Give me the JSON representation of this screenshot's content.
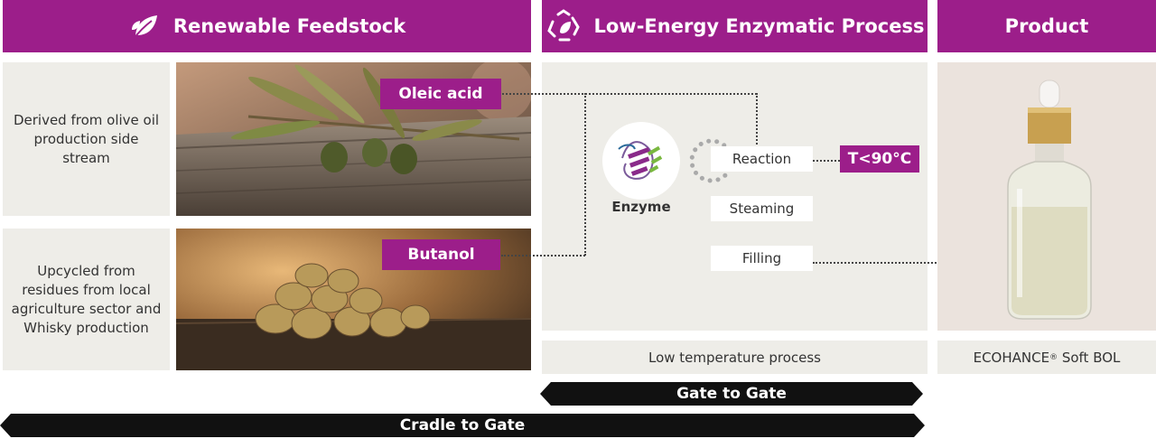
{
  "headers": {
    "feedstock": "Renewable Feedstock",
    "process": "Low-Energy Enzymatic Process",
    "product": "Product"
  },
  "feedstock": {
    "row1_desc": "Derived from olive oil production side stream",
    "row1_tag": "Oleic acid",
    "row2_desc": "Upcycled from residues from local agriculture sector and Whisky production",
    "row2_tag": "Butanol"
  },
  "process": {
    "enzyme_label": "Enzyme",
    "steps": [
      "Reaction",
      "Steaming",
      "Filling"
    ],
    "temperature": "T<90°C",
    "footer": "Low temperature process"
  },
  "product": {
    "name": "ECOHANCE",
    "sup": "®",
    "suffix": " Soft BOL"
  },
  "scopes": {
    "gate_to_gate": "Gate to Gate",
    "cradle_to_gate": "Cradle to Gate"
  },
  "colors": {
    "accent": "#9c1e8a",
    "panel": "#eeede8",
    "arrow": "#111111"
  },
  "icons": {
    "feedstock": "leaf-icon",
    "process": "recycle-leaf-icon"
  }
}
